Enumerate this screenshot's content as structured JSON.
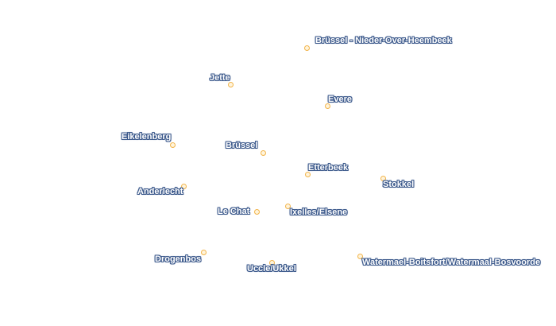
{
  "places": [
    {
      "name": "Brüssel - Nieder-Over-Heembeek"
    },
    {
      "name": "Jette"
    },
    {
      "name": "Evere"
    },
    {
      "name": "Eikelenberg"
    },
    {
      "name": "Brüssel"
    },
    {
      "name": "Etterbeek"
    },
    {
      "name": "Stokkel"
    },
    {
      "name": "Anderlecht"
    },
    {
      "name": "Le Chat"
    },
    {
      "name": "Ixelles/Elsene"
    },
    {
      "name": "Drogenbos"
    },
    {
      "name": "Uccle/Ukkel"
    },
    {
      "name": "Watermael-Boitsfort/Watermaal-Bosvoorde"
    }
  ],
  "colors": {
    "marker_stroke": "#f2b44a",
    "marker_fill": "#fff4dc",
    "label_halo": "#3d5a8c",
    "label_text": "#ffffff"
  }
}
